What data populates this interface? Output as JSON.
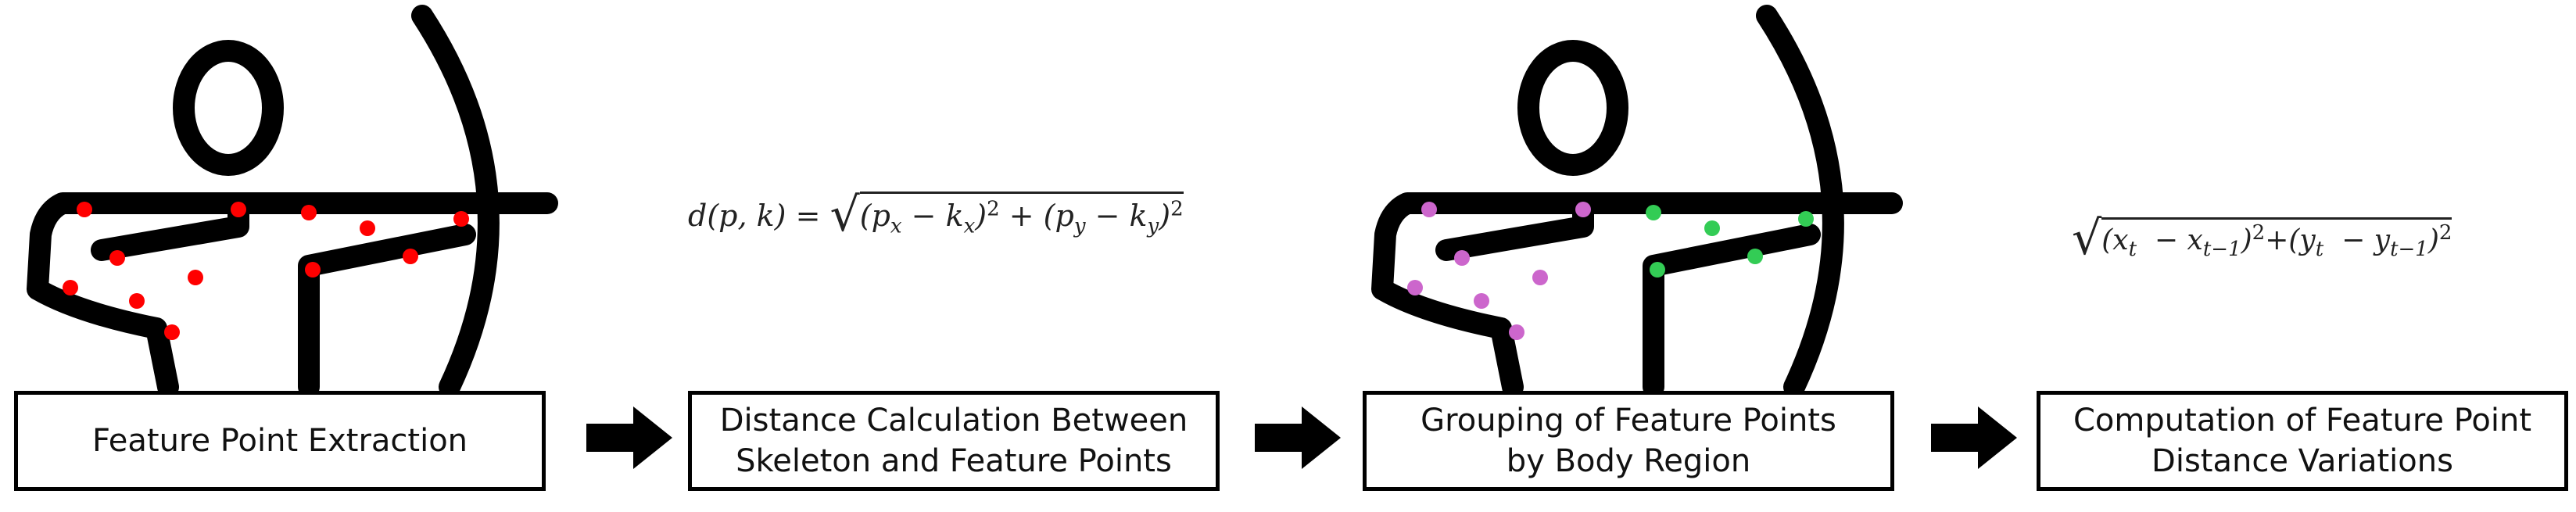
{
  "steps": [
    {
      "lines": [
        "Feature Point Extraction"
      ]
    },
    {
      "lines": [
        "Distance Calculation Between",
        "Skeleton and Feature Points"
      ]
    },
    {
      "lines": [
        "Grouping of Feature Points",
        "by Body Region"
      ]
    },
    {
      "lines": [
        "Computation of Feature Point",
        "Distance Variations"
      ]
    }
  ],
  "formulas": {
    "distance": "d(p,k) = √((p_x − k_x)² + (p_y − k_y)²)",
    "variation": "√((x_t − x_{t−1})² + (y_t − y_{t−1})²)"
  },
  "colors": {
    "extracted_points": "#ff0000",
    "group_left": "#cc66cc",
    "group_right": "#33cc55",
    "stroke": "#000000"
  },
  "icons": {
    "figure": "archer-pictogram-icon",
    "arrow": "right-arrow-icon"
  }
}
